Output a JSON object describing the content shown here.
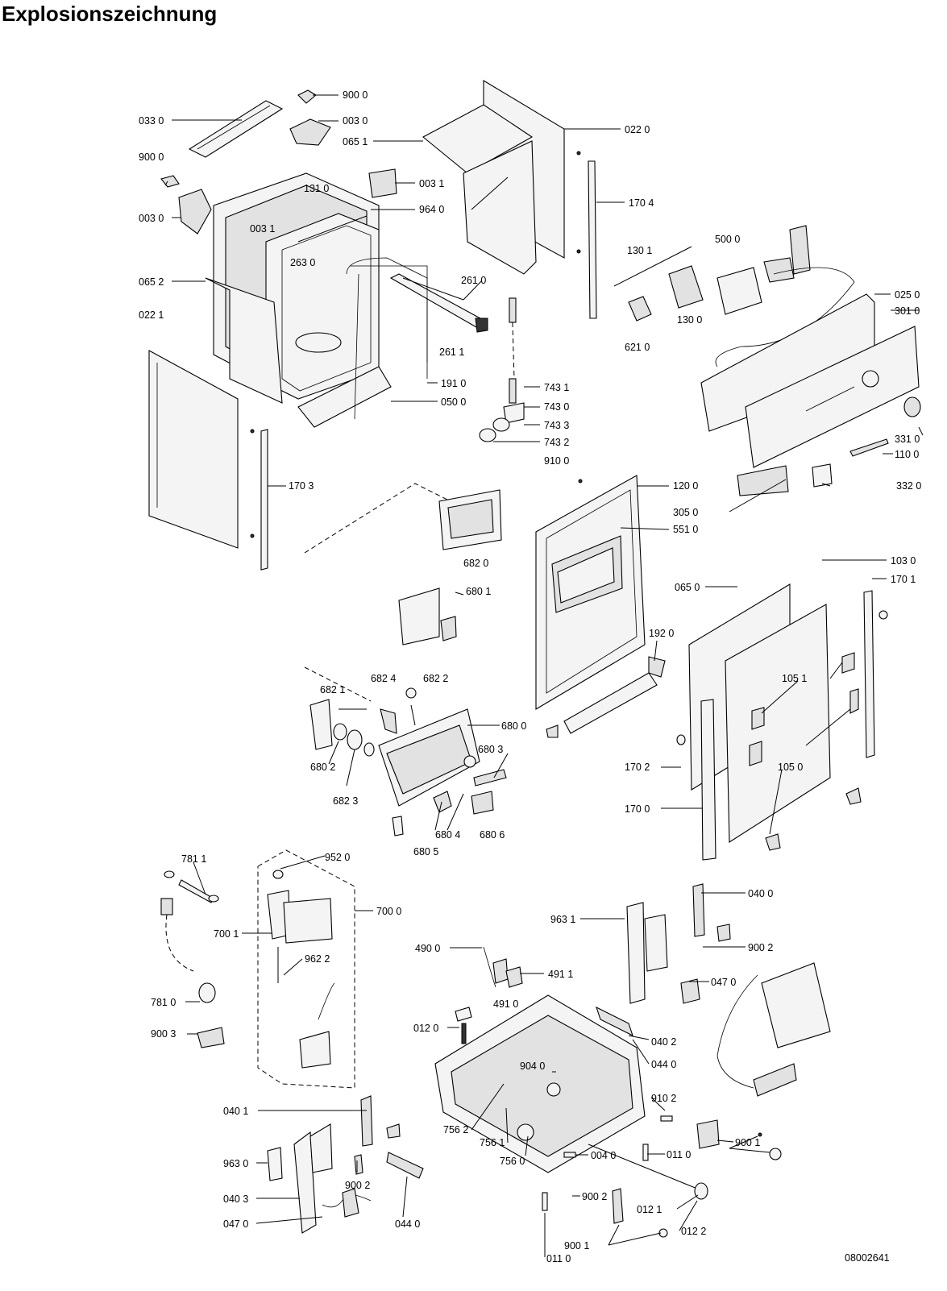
{
  "title": "Explosionszeichnung",
  "drawing_number": "08002641",
  "labels": [
    {
      "id": "9000a",
      "text": "900 0"
    },
    {
      "id": "0330",
      "text": "033 0"
    },
    {
      "id": "0030a",
      "text": "003 0"
    },
    {
      "id": "9000b",
      "text": "900 0"
    },
    {
      "id": "0651",
      "text": "065 1"
    },
    {
      "id": "0220",
      "text": "022 0"
    },
    {
      "id": "1310",
      "text": "131 0"
    },
    {
      "id": "0031a",
      "text": "003 1"
    },
    {
      "id": "0030b",
      "text": "003 0"
    },
    {
      "id": "9640",
      "text": "964 0"
    },
    {
      "id": "1704",
      "text": "170 4"
    },
    {
      "id": "0031b",
      "text": "003 1"
    },
    {
      "id": "2630",
      "text": "263 0"
    },
    {
      "id": "1301",
      "text": "130 1"
    },
    {
      "id": "5000",
      "text": "500 0"
    },
    {
      "id": "0652",
      "text": "065 2"
    },
    {
      "id": "2610",
      "text": "261 0"
    },
    {
      "id": "0250",
      "text": "025 0"
    },
    {
      "id": "0221",
      "text": "022 1"
    },
    {
      "id": "1300",
      "text": "130 0"
    },
    {
      "id": "3010",
      "text": "301 0"
    },
    {
      "id": "2611",
      "text": "261 1"
    },
    {
      "id": "6210",
      "text": "621 0"
    },
    {
      "id": "7431",
      "text": "743 1"
    },
    {
      "id": "1910",
      "text": "191 0"
    },
    {
      "id": "7430",
      "text": "743 0"
    },
    {
      "id": "0500",
      "text": "050 0"
    },
    {
      "id": "7433",
      "text": "743 3"
    },
    {
      "id": "3310",
      "text": "331 0"
    },
    {
      "id": "7432",
      "text": "743 2"
    },
    {
      "id": "9100",
      "text": "910 0"
    },
    {
      "id": "1100",
      "text": "110 0"
    },
    {
      "id": "1703",
      "text": "170 3"
    },
    {
      "id": "1200",
      "text": "120 0"
    },
    {
      "id": "3320",
      "text": "332 0"
    },
    {
      "id": "3050",
      "text": "305 0"
    },
    {
      "id": "5510",
      "text": "551 0"
    },
    {
      "id": "6820",
      "text": "682 0"
    },
    {
      "id": "1030",
      "text": "103 0"
    },
    {
      "id": "0650",
      "text": "065 0"
    },
    {
      "id": "1701",
      "text": "170 1"
    },
    {
      "id": "6801",
      "text": "680 1"
    },
    {
      "id": "1920",
      "text": "192 0"
    },
    {
      "id": "1051",
      "text": "105 1"
    },
    {
      "id": "6824",
      "text": "682 4"
    },
    {
      "id": "6822",
      "text": "682 2"
    },
    {
      "id": "6821",
      "text": "682 1"
    },
    {
      "id": "6800",
      "text": "680 0"
    },
    {
      "id": "6803",
      "text": "680 3"
    },
    {
      "id": "6802",
      "text": "680 2"
    },
    {
      "id": "1702",
      "text": "170 2"
    },
    {
      "id": "1050",
      "text": "105 0"
    },
    {
      "id": "6823",
      "text": "682 3"
    },
    {
      "id": "1700",
      "text": "170 0"
    },
    {
      "id": "6804",
      "text": "680 4"
    },
    {
      "id": "6806",
      "text": "680 6"
    },
    {
      "id": "6805",
      "text": "680 5"
    },
    {
      "id": "7811a",
      "text": "781 1"
    },
    {
      "id": "9520",
      "text": "952 0"
    },
    {
      "id": "7000",
      "text": "700 0"
    },
    {
      "id": "0400a",
      "text": "040 0"
    },
    {
      "id": "7001",
      "text": "700 1"
    },
    {
      "id": "9631",
      "text": "963 1"
    },
    {
      "id": "9002a",
      "text": "900 2"
    },
    {
      "id": "4900",
      "text": "490 0"
    },
    {
      "id": "4911",
      "text": "491 1"
    },
    {
      "id": "9622",
      "text": "962 2"
    },
    {
      "id": "0470a",
      "text": "047 0"
    },
    {
      "id": "4910",
      "text": "491 0"
    },
    {
      "id": "7810",
      "text": "781 0"
    },
    {
      "id": "0120",
      "text": "012 0"
    },
    {
      "id": "9003",
      "text": "900 3"
    },
    {
      "id": "0402",
      "text": "040 2"
    },
    {
      "id": "0440a",
      "text": "044 0"
    },
    {
      "id": "9040",
      "text": "904 0"
    },
    {
      "id": "9102",
      "text": "910 2"
    },
    {
      "id": "0401",
      "text": "040 1"
    },
    {
      "id": "7562",
      "text": "756 2"
    },
    {
      "id": "9001a",
      "text": "900 1"
    },
    {
      "id": "7561",
      "text": "756 1"
    },
    {
      "id": "0110a",
      "text": "011 0"
    },
    {
      "id": "9630",
      "text": "963 0"
    },
    {
      "id": "7560",
      "text": "756 0"
    },
    {
      "id": "0040",
      "text": "004 0"
    },
    {
      "id": "9002b",
      "text": "900 2"
    },
    {
      "id": "0403",
      "text": "040 3"
    },
    {
      "id": "9002c",
      "text": "900 2"
    },
    {
      "id": "0121",
      "text": "012 1"
    },
    {
      "id": "0470b",
      "text": "047 0"
    },
    {
      "id": "0440b",
      "text": "044 0"
    },
    {
      "id": "0122",
      "text": "012 2"
    },
    {
      "id": "9001b",
      "text": "900 1"
    },
    {
      "id": "0110b",
      "text": "011 0"
    }
  ]
}
